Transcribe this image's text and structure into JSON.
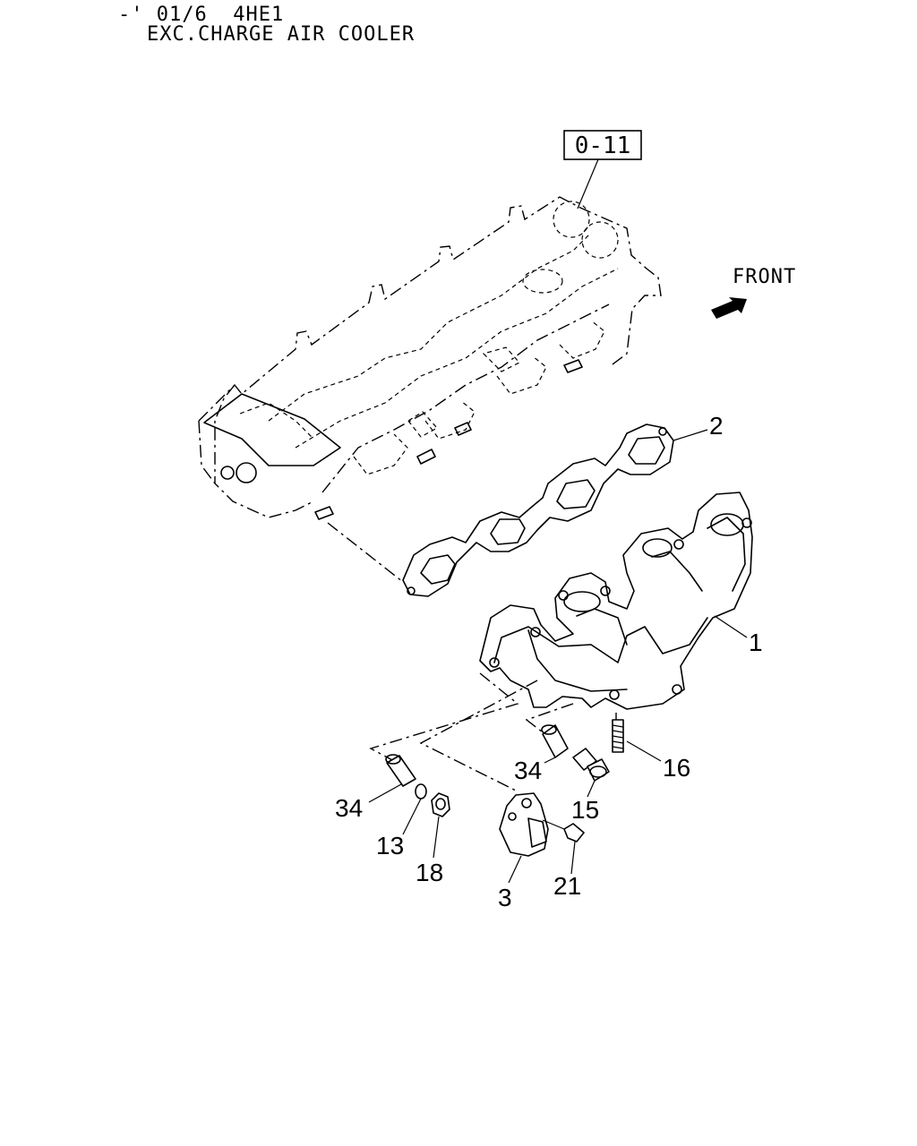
{
  "header": {
    "line1": "-' 01/6  4HE1",
    "line2": "EXC.CHARGE AIR COOLER"
  },
  "reference_box": "0-11",
  "front_label": "FRONT",
  "front_arrow_icon": "arrow-icon",
  "callouts": {
    "c1": "1",
    "c2": "2",
    "c3": "3",
    "c13": "13",
    "c15": "15",
    "c16": "16",
    "c18": "18",
    "c21": "21",
    "c34a": "34",
    "c34b": "34"
  }
}
